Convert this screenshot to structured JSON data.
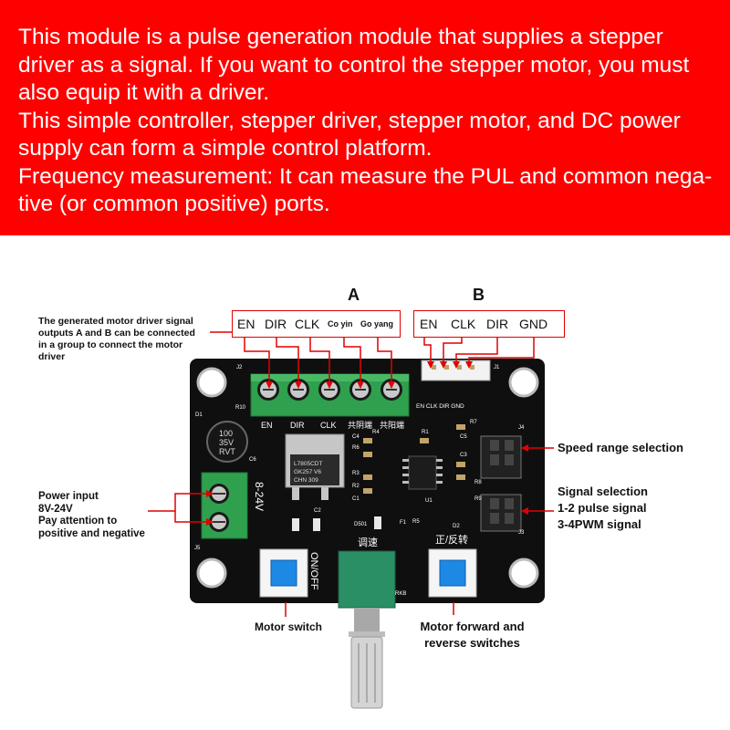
{
  "banner": {
    "lines": [
      "This module is a pulse generation module that supplies a stepper",
      "driver as a signal. If you want to control the stepper motor, you must",
      "also equip it with a driver.",
      "This simple controller, stepper driver, stepper motor, and DC power",
      "supply can form a simple control platform.",
      "Frequency measurement: It can measure the PUL and common nega-",
      "tive (or common positive) ports."
    ]
  },
  "groups": {
    "a": "A",
    "b": "B"
  },
  "pins_a": [
    "EN",
    "DIR",
    "CLK",
    "Co yin",
    "Go yang"
  ],
  "pins_b": [
    "EN",
    "CLK",
    "DIR",
    "GND"
  ],
  "callouts": {
    "outputs": [
      "The generated motor driver signal",
      "outputs A and B can be connected",
      "in a group to connect the motor",
      "driver"
    ],
    "power": [
      "Power input",
      "8V-24V",
      "Pay attention to",
      "positive and negative"
    ],
    "speed_range": "Speed range selection",
    "signal": [
      "Signal selection",
      "1-2 pulse signal",
      "3-4PWM signal"
    ],
    "motor_switch": "Motor switch",
    "direction": [
      "Motor forward and",
      "reverse switches"
    ]
  },
  "board": {
    "silk_a": [
      "EN",
      "DIR",
      "CLK",
      "共阴端",
      "共阳端"
    ],
    "silk_b": "EN CLK DIR GND",
    "voltage": "8-24V",
    "onoff": "ON/OFF",
    "speed": "调速",
    "dir": "正/反转",
    "regulator": [
      "L7805CDT",
      "GK257 V6",
      "CHN 309"
    ],
    "cap": [
      "100",
      "35V",
      "RVT"
    ],
    "refs": [
      "J2",
      "J1",
      "D1",
      "R10",
      "C6",
      "R6",
      "R4",
      "R1",
      "R3",
      "R2",
      "C2",
      "C1",
      "C4",
      "R5",
      "U1",
      "C5",
      "R7",
      "J4",
      "C3",
      "D2",
      "J3",
      "D501",
      "F1",
      "RKB",
      "R8",
      "R9",
      "J5"
    ]
  },
  "colors": {
    "banner": "#ff0000",
    "pcb": "#0f0f0f",
    "terminal": "#2fa04d",
    "callout_line": "#e00000",
    "button_cap": "#1e88e5"
  }
}
